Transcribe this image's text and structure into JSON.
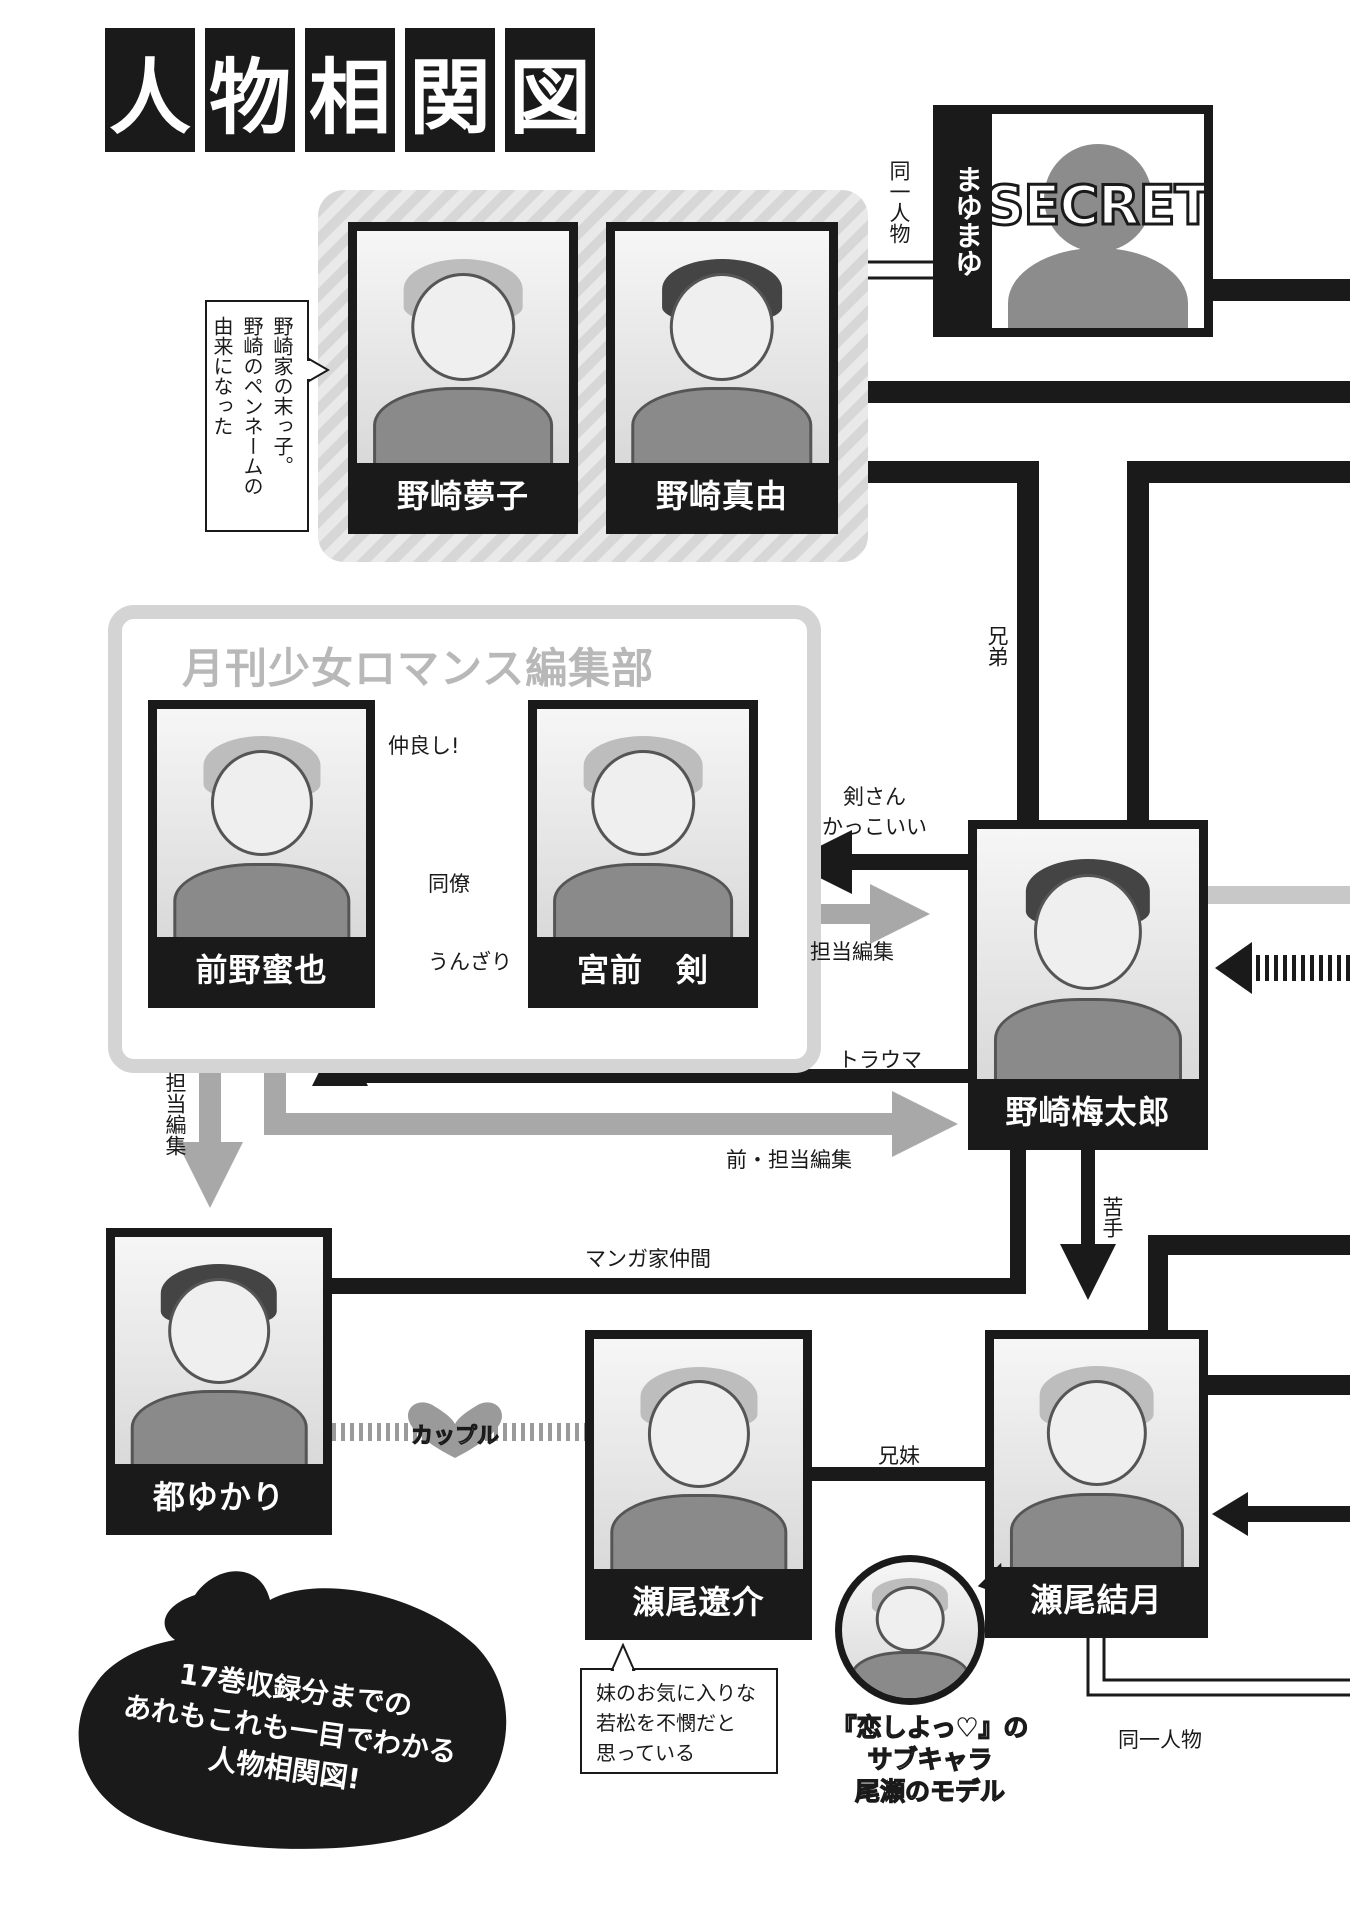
{
  "page_title": [
    "人",
    "物",
    "相",
    "関",
    "図"
  ],
  "groups": {
    "editorial": "月刊少女ロマンス編集部"
  },
  "characters": {
    "yumeko": "野崎夢子",
    "mayu": "野崎真由",
    "mitsuya": "前野蜜也",
    "ken": "宮前　剣",
    "umetaro": "野崎梅太郎",
    "yukari": "都ゆかり",
    "ryousuke": "瀬尾遼介",
    "yuzuki": "瀬尾結月"
  },
  "secret": {
    "tag": "まゆまゆ",
    "word": "SECRET"
  },
  "relations": {
    "same_person_top": "同一人物",
    "brothers": "兄弟",
    "best_friends": "仲良し!",
    "colleagues": "同僚",
    "fed_up": "うんざり",
    "ken_cool": [
      "剣さん",
      "かっこいい"
    ],
    "editor": "担当編集",
    "trauma": "トラウマ",
    "former_editor": "前・担当編集",
    "editor_vertical": "担当編集",
    "manga_peers": "マンガ家仲間",
    "weak_against": "苦手",
    "couple": "カップル",
    "siblings": "兄妹",
    "same_person_bottom": "同一人物"
  },
  "notes": {
    "yumeko_note": [
      "野崎家の末っ子。",
      "野崎のペンネームの",
      "由来になった"
    ],
    "ryousuke_note": [
      "妹のお気に入りな",
      "若松を不憫だと",
      "思っている"
    ]
  },
  "cameo_caption": [
    "『恋しよっ♥』の",
    "サブキャラ",
    "尾瀬のモデル"
  ],
  "promo": [
    "17巻収録分までの",
    "あれもこれも一目でわかる",
    "人物相関図!"
  ]
}
